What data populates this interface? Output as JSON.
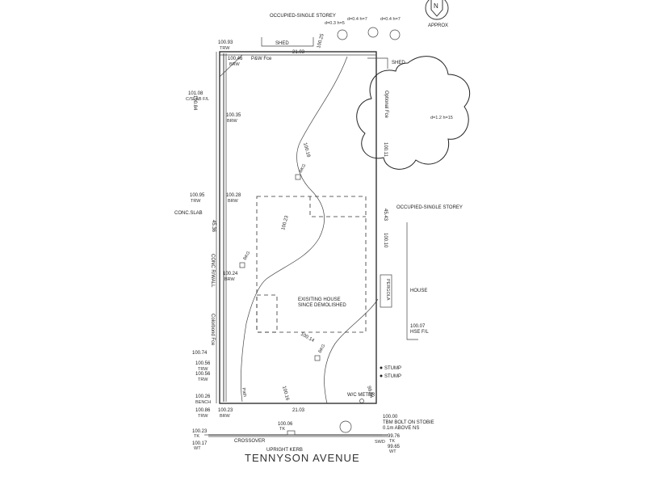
{
  "compass": {
    "letter": "N",
    "approx": "APPROX"
  },
  "street": {
    "name": "TENNYSON AVENUE",
    "crossover": "CROSSOVER",
    "kerb": "UPRIGHT KERB"
  },
  "neighbours": {
    "north": "OCCUPIED-SINGLE STOREY",
    "east": "OCCUPIED-SINGLE STOREY",
    "house": "HOUSE",
    "hse_level": "100.07",
    "hse_fl": "HSE F/L",
    "pergola": "PERGOLA",
    "conc_slab": "CONC.SLAB"
  },
  "structures": {
    "shed_top": "SHED",
    "shed_right": "SHED",
    "existing_house_1": "EXISITING HOUSE",
    "existing_house_2": "SINCE DEMOLISHED",
    "pw_fence": "P&W Fce",
    "optional_fence": "Optional Fce",
    "colorbond_fence": "Colorbond Fce",
    "conc_rwall": "CONC R/WALL",
    "stump1": "STUMP",
    "stump2": "STUMP",
    "wc_meter": "W/C METER",
    "path": "Path"
  },
  "trees": {
    "t1": "d=0.3 h=5",
    "t2": "d=0.4 h=7",
    "t3": "d=0.4 h=7",
    "big": "d=1.2 h=15"
  },
  "dimensions": {
    "top": "21.03",
    "bottom": "21.03",
    "left": "45.36",
    "right": "45.43"
  },
  "levels": {
    "l_10093": "100.93",
    "l_trw_top": "TRW",
    "l_10046": "100.46",
    "l_brw_top": "BRW",
    "l_10084": "100.84",
    "l_10108": "101.08",
    "l_cslab": "C/SLAB F/L",
    "l_10035": "100.35",
    "l_brw2": "BRW",
    "l_10095": "100.95",
    "l_trw2": "TRW",
    "l_10028": "100.28",
    "l_brw3": "BRW",
    "l_10024": "100.24",
    "l_brw4": "BRW",
    "l_10074": "100.74",
    "l_10056": "100.56",
    "l_trw3": "TRW",
    "l_10056b": "100.56",
    "l_trw4": "TRW",
    "l_10026": "100.26",
    "l_bench": "BENCH",
    "l_10086": "100.86",
    "l_trw5": "TRW",
    "l_10023": "100.23",
    "l_brw5": "BRW",
    "l_10023b": "100.23",
    "l_tk1": "TK",
    "l_10017": "100.17",
    "l_wt1": "WT",
    "l_10006": "100.06",
    "l_tk2": "TK",
    "l_10025": "100.25",
    "l_10018": "100.18",
    "l_10023c": "100.23",
    "l_10011": "100.11",
    "l_10010": "100.10",
    "l_10014": "100.14",
    "l_10016": "100.16",
    "l_9984": "99.84",
    "l_10000": "100.00",
    "l_tbm1": "TBM BOLT ON STOBIE",
    "l_tbm2": "0.1m ABOVE NS",
    "l_9976": "99.76",
    "l_tk3": "TK",
    "l_swd": "SWD",
    "l_9965": "99.65",
    "l_wt2": "WT",
    "l_bkg1": "BKG",
    "l_bkg2": "BKG",
    "l_bkg3": "BKG",
    "l_bkg4": "BKG"
  }
}
